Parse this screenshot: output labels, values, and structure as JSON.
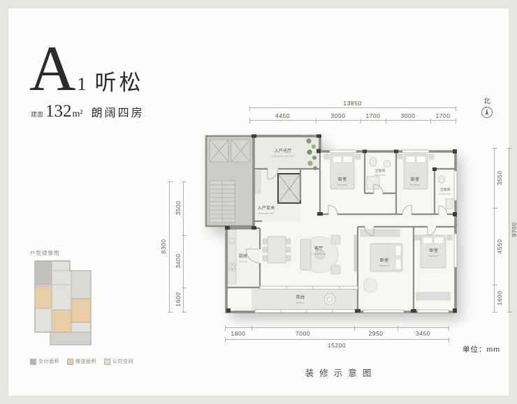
{
  "header": {
    "letter": "A",
    "number": "1",
    "name": "听松",
    "area_label": "建面",
    "area_value": "132",
    "area_unit": "m²",
    "tagline": "朗阔四房"
  },
  "north_label": "北",
  "dimensions": {
    "top_total": "13850",
    "top_segments": [
      "4450",
      "3000",
      "1700",
      "3000",
      "1700"
    ],
    "left_total": "8300",
    "left_segments": [
      "3500",
      "3400",
      "1600"
    ],
    "right_total": "9700",
    "right_segments": [
      "3550",
      "4550",
      "1600"
    ],
    "bottom_segments": [
      "1800",
      "7000",
      "2950",
      "3450"
    ],
    "bottom_total": "15200",
    "unit_note": "单位：mm"
  },
  "rooms": {
    "entrance_light_hall": {
      "cn": "入户光厅",
      "en": "Entrance Light Hall"
    },
    "entrance_hall": {
      "cn": "入户玄关",
      "en": "Entrance Hall"
    },
    "kitchen": {
      "cn": "厨房",
      "en": "Kitchen"
    },
    "living_room": {
      "cn": "客厅",
      "en": "Living Room"
    },
    "balcony": {
      "cn": "阳台",
      "en": "Balcony"
    },
    "bedroom_1": {
      "cn": "卧室",
      "en": "Bedroom"
    },
    "bedroom_2": {
      "cn": "卧室",
      "en": "Bedroom"
    },
    "bedroom_3": {
      "cn": "卧室",
      "en": "Bedroom"
    },
    "bedroom_4": {
      "cn": "卧室",
      "en": "Bedroom"
    },
    "bath_1": {
      "cn": "卫生间",
      "en": "Bathroom"
    },
    "bath_2": {
      "cn": "卫生间",
      "en": "Bathroom"
    }
  },
  "caption": "装修示意图",
  "thumbnail": {
    "label": "户型镜像图",
    "legend": [
      {
        "label": "交付面积",
        "color": "#b7b5b2"
      },
      {
        "label": "赠送面积",
        "color": "#e6cba4"
      },
      {
        "label": "公共空间",
        "color": "#dfddd9"
      }
    ]
  },
  "colors": {
    "wall": "#8d8c89",
    "plant_green": "#7e9f6c",
    "tan": "#e6cba4"
  }
}
